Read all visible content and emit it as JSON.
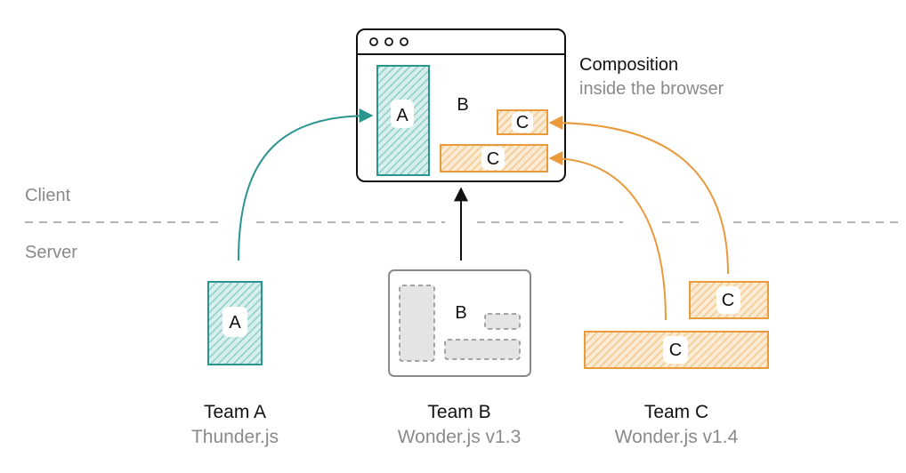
{
  "browser": {
    "fragment_a_label": "A",
    "page_b_label": "B",
    "fragment_c_small_label": "C",
    "fragment_c_wide_label": "C"
  },
  "composition": {
    "title": "Composition",
    "subtitle": "inside the browser"
  },
  "zones": {
    "client_label": "Client",
    "server_label": "Server"
  },
  "server": {
    "fragment_a_label": "A",
    "page_b_label": "B",
    "fragment_c_small_label": "C",
    "fragment_c_wide_label": "C"
  },
  "teams": [
    {
      "name": "Team A",
      "tech": "Thunder.js"
    },
    {
      "name": "Team B",
      "tech": "Wonder.js v1.3"
    },
    {
      "name": "Team C",
      "tech": "Wonder.js v1.4"
    }
  ],
  "colors": {
    "team_a": "#2a948f",
    "team_a_fill": "#c6e6e3",
    "team_c": "#e89a3c",
    "team_c_fill": "#f8dcb4",
    "team_b_border": "#8a8a8a",
    "team_b_placeholder": "#e4e4e4",
    "muted_text": "#8a8a8a",
    "ink": "#111111"
  }
}
